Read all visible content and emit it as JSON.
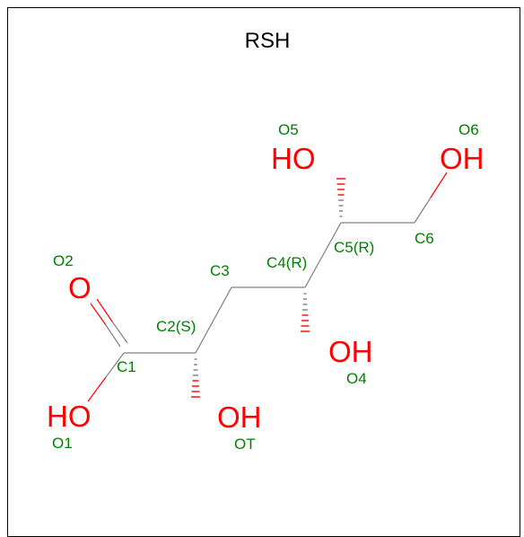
{
  "title": "RSH",
  "colors": {
    "atom": "#ff0000",
    "label": "#008000",
    "bond": "#808080",
    "text": "#000000"
  },
  "atoms": {
    "o2": "O",
    "o1": "HO",
    "ot": "OH",
    "o4": "OH",
    "o5": "HO",
    "o6": "OH"
  },
  "labels": {
    "o2": "O2",
    "o1": "O1",
    "c1": "C1",
    "c2": "C2(S)",
    "ot": "OT",
    "c3": "C3",
    "c4": "C4(R)",
    "o4": "O4",
    "c5": "C5(R)",
    "o5": "O5",
    "c6": "C6",
    "o6": "O6"
  }
}
